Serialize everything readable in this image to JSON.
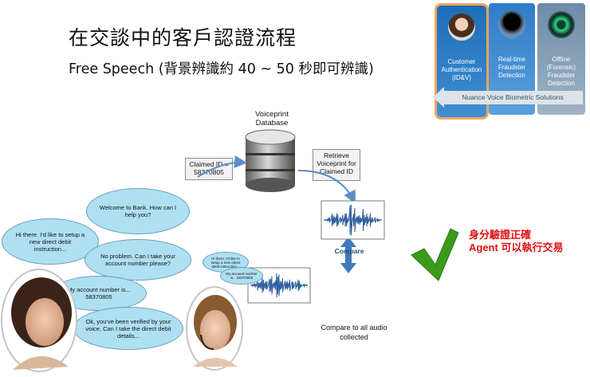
{
  "title": "在交談中的客戶認證流程",
  "subtitle": "Free Speech  (背景辨識約 40 ~ 50 秒即可辨識)",
  "banner": {
    "panel1": "Customer Authentication (ID&V)",
    "panel2": "Real-time Fraudster Detection",
    "panel3": "Offline (Forensic) Fraudster Detection",
    "footer": "Nuance Voice Biometric Solutions"
  },
  "voiceprint_db": "Voiceprint Database",
  "claimed_id": "Claimed ID = 58370805",
  "retrieve": "Retrieve Voiceprint for Claimed ID",
  "compare": "Compare",
  "compare_all": "Compare to all audio collected",
  "result_line1": "身分驗證正確",
  "result_line2": "Agent 可以執行交易",
  "bubbles": {
    "b1": "Welcome to Bank. How can I help you?",
    "b2": "Hi there. I'd like to setup a new direct debit instruction...",
    "b3": "No problem. Can I take your account number please?",
    "b4": "My account number is... 58370805",
    "b5": "Ok, you've been verified by your voice, Can I take the direct debit details...",
    "mini1": "Hi there. I'd like to setup a new direct debit instruction...",
    "mini2": "My account number is... 58370805"
  },
  "colors": {
    "result": "#e01010",
    "bubble": "#aee0f2",
    "wave": "#2f5f9e",
    "check": "#3a9b1a"
  }
}
